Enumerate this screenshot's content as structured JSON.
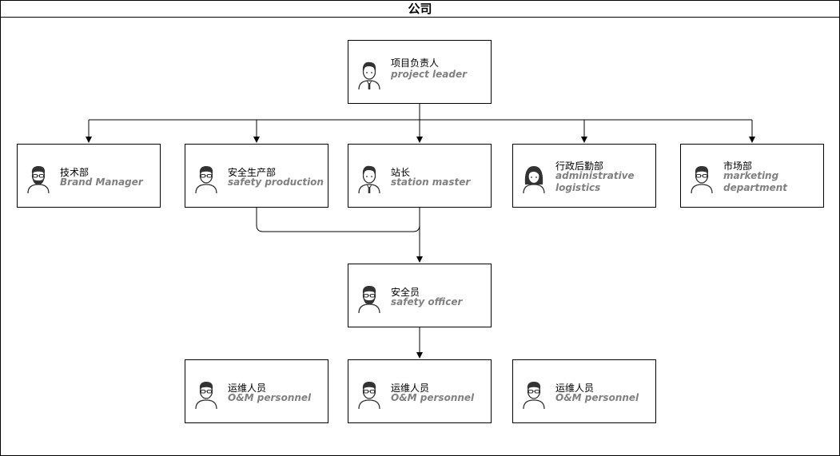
{
  "container": {
    "title": "公司"
  },
  "nodes": {
    "project_leader": {
      "cn": "项目负责人",
      "en": "project leader",
      "icon": "male-avatar-icon"
    },
    "tech_dept": {
      "cn": "技术部",
      "en": "Brand Manager",
      "icon": "bearded-male-avatar-icon"
    },
    "safety_production": {
      "cn": "安全生产部",
      "en": "safety production",
      "icon": "male-glasses-avatar-icon"
    },
    "station_master": {
      "cn": "站长",
      "en": "station master",
      "icon": "male-avatar-icon"
    },
    "admin_logistics": {
      "cn": "行政后勤部",
      "en": "administrative logistics",
      "icon": "female-avatar-icon"
    },
    "marketing": {
      "cn": "市场部",
      "en": "marketing department",
      "icon": "male-glasses-avatar-icon"
    },
    "safety_officer": {
      "cn": "安全员",
      "en": "safety officer",
      "icon": "bearded-male-glasses-avatar-icon"
    },
    "om_1": {
      "cn": "运维人员",
      "en": "O&M personnel",
      "icon": "male-glasses-avatar-icon"
    },
    "om_2": {
      "cn": "运维人员",
      "en": "O&M personnel",
      "icon": "male-glasses-avatar-icon"
    },
    "om_3": {
      "cn": "运维人员",
      "en": "O&M personnel",
      "icon": "male-glasses-avatar-icon"
    }
  },
  "colors": {
    "line": "#000000",
    "subtitle": "#808080"
  }
}
